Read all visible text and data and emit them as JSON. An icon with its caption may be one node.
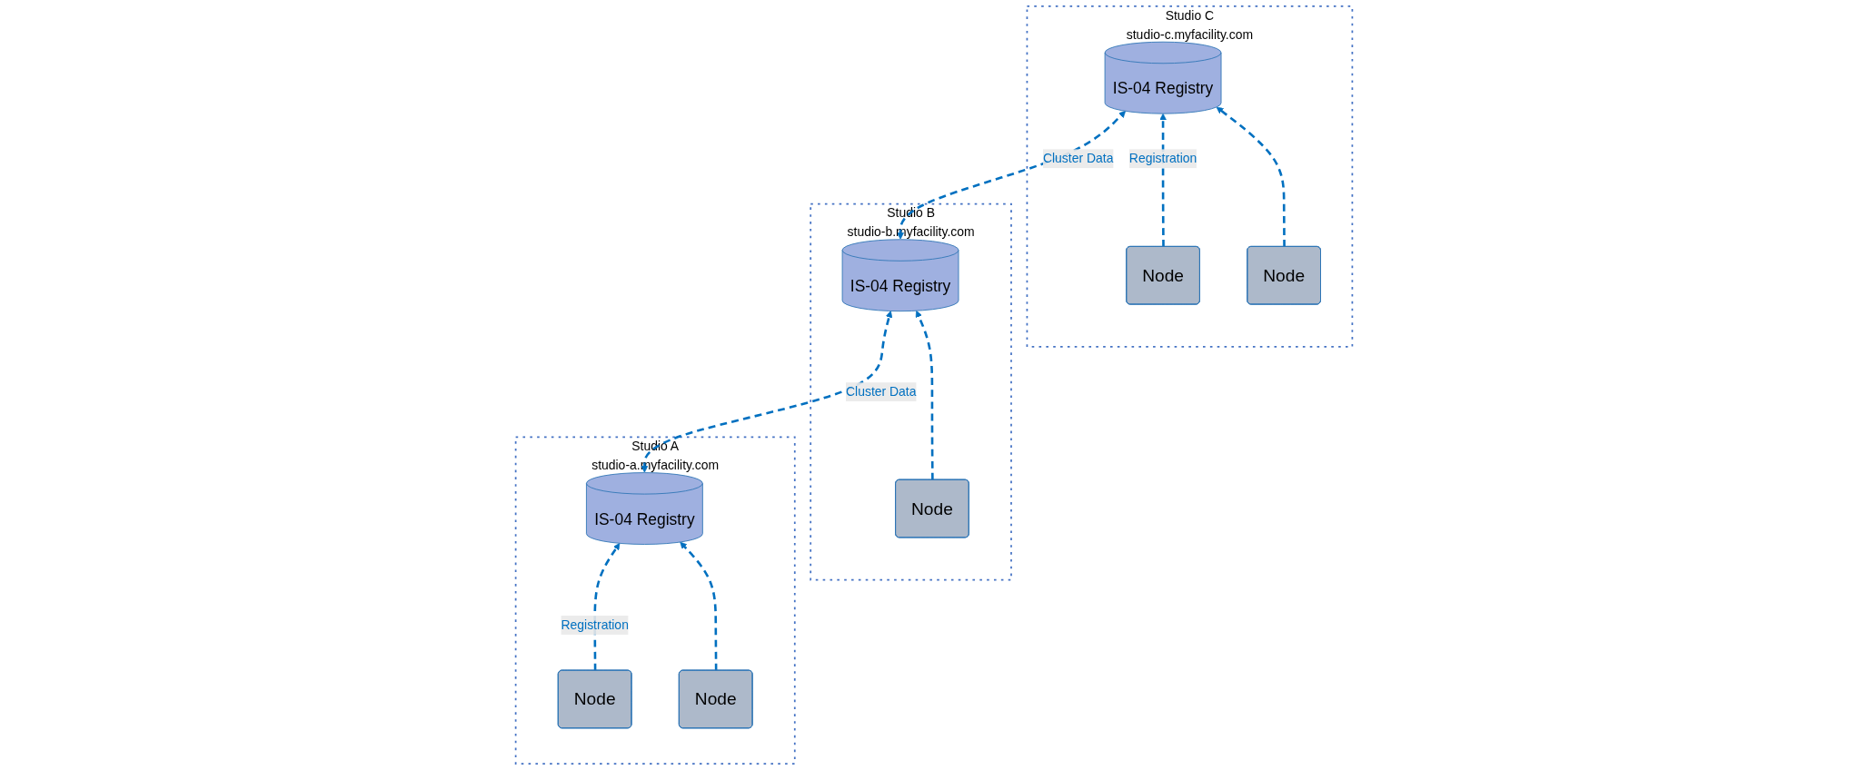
{
  "diagram": {
    "nodes": [
      {
        "text": [
          "Studio A",
          "studio-a.myfacility.com"
        ]
      },
      {
        "text": [
          "IS-04 Registry"
        ],
        "in": 0
      },
      {
        "text": [
          "Node"
        ],
        "in": 0
      },
      {
        "text": [
          "Node"
        ],
        "in": 0
      },
      {
        "text": [
          "Studio B",
          "studio-b.myfacility.com"
        ]
      },
      {
        "text": [
          "IS-04 Registry"
        ],
        "in": 4
      },
      {
        "text": [
          "Node"
        ],
        "in": 4
      },
      {
        "text": [
          "Studio C",
          "studio-c.myfacility.com"
        ]
      },
      {
        "text": [
          "IS-04 Registry"
        ],
        "in": 7
      },
      {
        "text": [
          "Node"
        ],
        "in": 7
      },
      {
        "text": [
          "Node"
        ],
        "in": 7
      }
    ],
    "edges": [
      {
        "from": 1,
        "to": 5,
        "arrow": "both",
        "label": "Cluster Data",
        "style": "dashed"
      },
      {
        "from": 5,
        "to": 8,
        "arrow": "both",
        "label": "Cluster Data",
        "style": "dashed"
      },
      {
        "from": 2,
        "to": 1,
        "arrow": "to",
        "label": "Registration",
        "style": "dashed"
      },
      {
        "from": 3,
        "to": 1,
        "arrow": "to",
        "style": "dashed"
      },
      {
        "from": 6,
        "to": 5,
        "arrow": "to",
        "style": "dashed"
      },
      {
        "from": 9,
        "to": 8,
        "arrow": "to",
        "label": "Registration",
        "style": "dashed"
      },
      {
        "from": 10,
        "to": 8,
        "arrow": "to",
        "style": "dashed"
      }
    ]
  }
}
